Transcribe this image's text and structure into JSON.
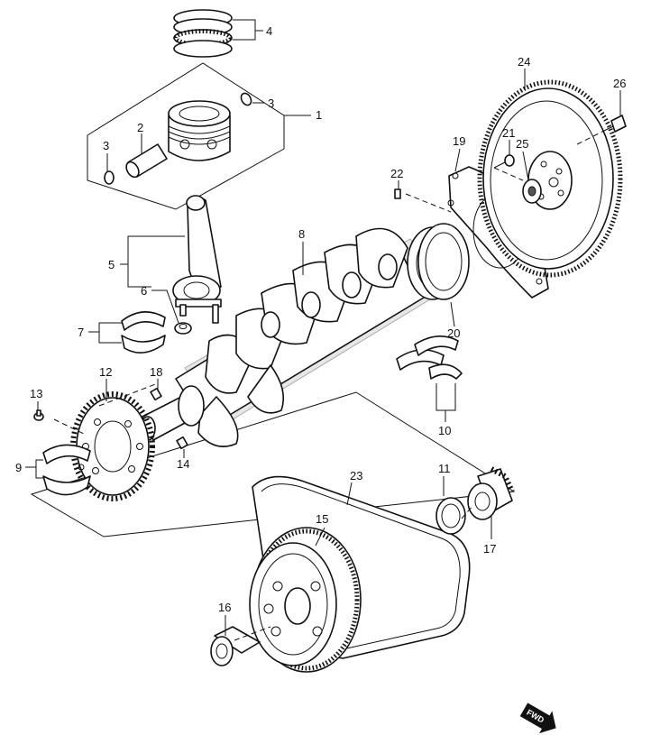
{
  "diagram": {
    "callouts": [
      {
        "id": "c1",
        "label": "1"
      },
      {
        "id": "c2",
        "label": "2"
      },
      {
        "id": "c3a",
        "label": "3"
      },
      {
        "id": "c3b",
        "label": "3"
      },
      {
        "id": "c4",
        "label": "4"
      },
      {
        "id": "c5",
        "label": "5"
      },
      {
        "id": "c6",
        "label": "6"
      },
      {
        "id": "c7",
        "label": "7"
      },
      {
        "id": "c8",
        "label": "8"
      },
      {
        "id": "c9",
        "label": "9"
      },
      {
        "id": "c10",
        "label": "10"
      },
      {
        "id": "c11",
        "label": "11"
      },
      {
        "id": "c12",
        "label": "12"
      },
      {
        "id": "c13",
        "label": "13"
      },
      {
        "id": "c14",
        "label": "14"
      },
      {
        "id": "c15",
        "label": "15"
      },
      {
        "id": "c16",
        "label": "16"
      },
      {
        "id": "c17",
        "label": "17"
      },
      {
        "id": "c18",
        "label": "18"
      },
      {
        "id": "c19",
        "label": "19"
      },
      {
        "id": "c20",
        "label": "20"
      },
      {
        "id": "c21",
        "label": "21"
      },
      {
        "id": "c22",
        "label": "22"
      },
      {
        "id": "c23",
        "label": "23"
      },
      {
        "id": "c24",
        "label": "24"
      },
      {
        "id": "c25",
        "label": "25"
      },
      {
        "id": "c26",
        "label": "26"
      }
    ],
    "fwd_badge": "FWD"
  }
}
